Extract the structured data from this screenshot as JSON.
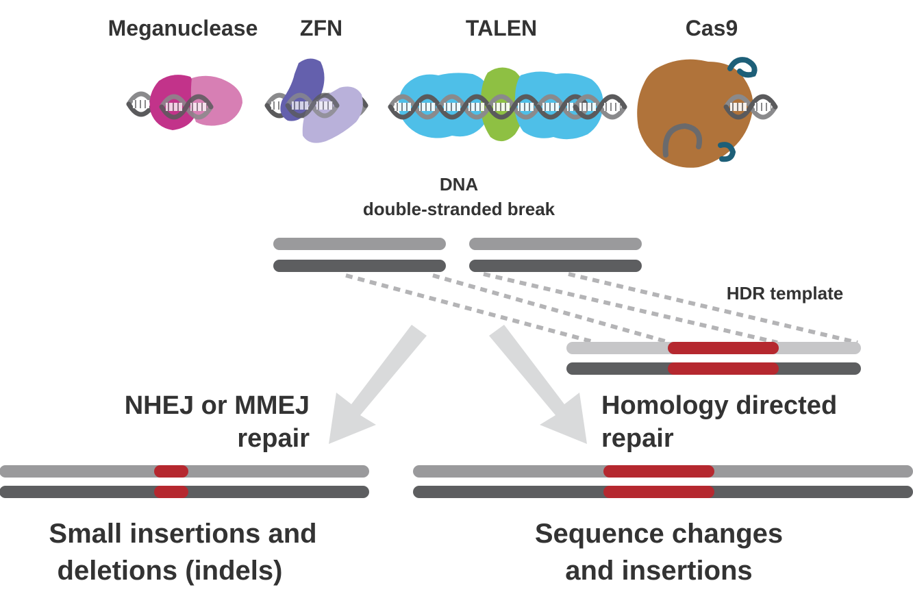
{
  "nucleases": [
    {
      "name": "Meganuclease",
      "colors": [
        "#c2338a",
        "#d77fb4"
      ]
    },
    {
      "name": "ZFN",
      "colors": [
        "#6460ad",
        "#b9b1da"
      ]
    },
    {
      "name": "TALEN",
      "colors": [
        "#4ebfe8",
        "#8ec043"
      ]
    },
    {
      "name": "Cas9",
      "colors": [
        "#b0733a",
        "#1d5f78"
      ]
    }
  ],
  "break_label": {
    "line1": "DNA",
    "line2": "double-stranded break"
  },
  "hdr_template_label": "HDR template",
  "pathways": {
    "nhej": {
      "line1": "NHEJ or MMEJ",
      "line2": "repair"
    },
    "hdr": {
      "line1": "Homology directed",
      "line2": "repair"
    }
  },
  "outcomes": {
    "nhej": {
      "line1": "Small insertions and",
      "line2": "deletions (indels)"
    },
    "hdr": {
      "line1": "Sequence changes",
      "line2": "and insertions"
    }
  },
  "colors": {
    "strand_light": "#9a9a9c",
    "strand_dark": "#5d5e60",
    "template_light": "#c6c6c8",
    "edit_red": "#b5282f",
    "arrow": "#d9dadb",
    "text": "#333333"
  }
}
